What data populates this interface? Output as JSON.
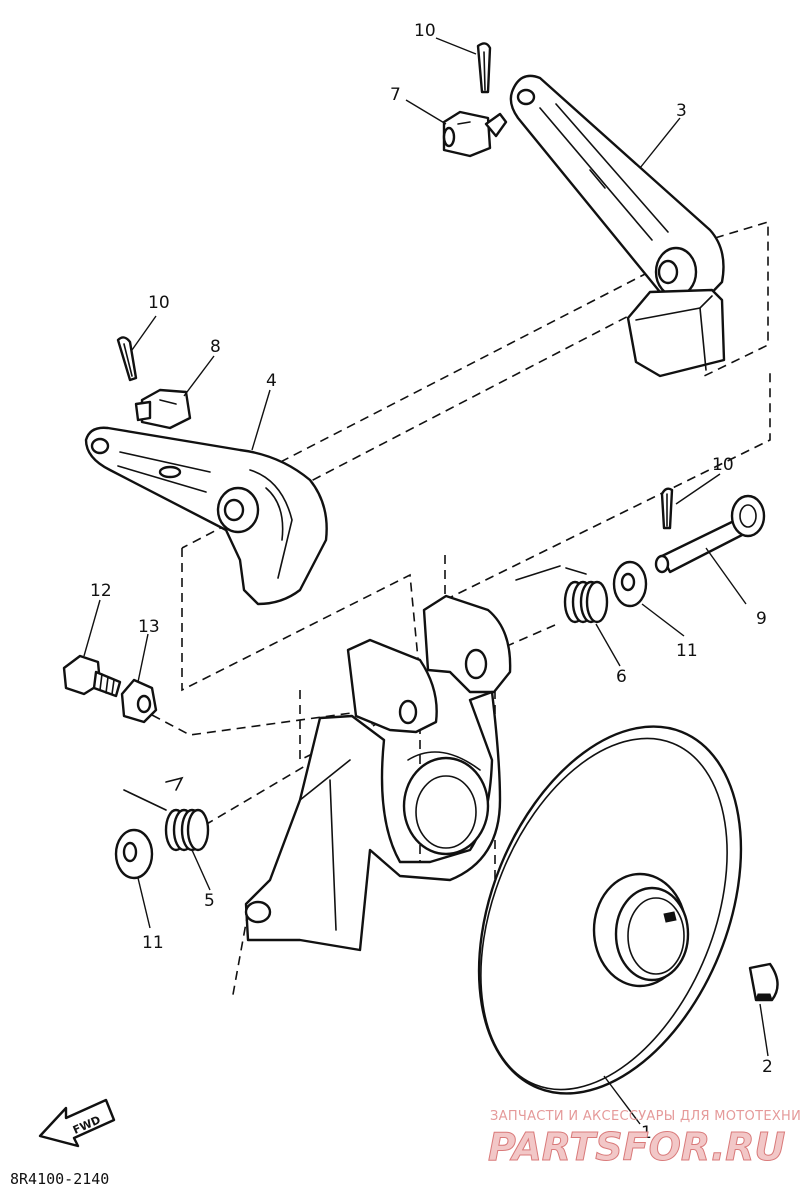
{
  "diagram": {
    "callouts": [
      {
        "id": "p1",
        "label": "1"
      },
      {
        "id": "p2",
        "label": "2"
      },
      {
        "id": "p3",
        "label": "3"
      },
      {
        "id": "p4",
        "label": "4"
      },
      {
        "id": "p5",
        "label": "5"
      },
      {
        "id": "p6",
        "label": "6"
      },
      {
        "id": "p7",
        "label": "7"
      },
      {
        "id": "p8",
        "label": "8"
      },
      {
        "id": "p9",
        "label": "9"
      },
      {
        "id": "p10a",
        "label": "10"
      },
      {
        "id": "p10b",
        "label": "10"
      },
      {
        "id": "p10c",
        "label": "10"
      },
      {
        "id": "p11a",
        "label": "11"
      },
      {
        "id": "p11b",
        "label": "11"
      },
      {
        "id": "p12",
        "label": "12"
      },
      {
        "id": "p13",
        "label": "13"
      }
    ],
    "fwd_label": "FWD",
    "drawing_code": "8R4100-2140"
  },
  "watermark": {
    "tagline": "ЗАПЧАСТИ И АКСЕССУАРЫ ДЛЯ МОТОТЕХНИКИ",
    "brand": "PARTSFOR.RU"
  },
  "colors": {
    "line": "#111111",
    "watermark_text": "#e59a9a",
    "watermark_brand": "#d97a7a"
  }
}
